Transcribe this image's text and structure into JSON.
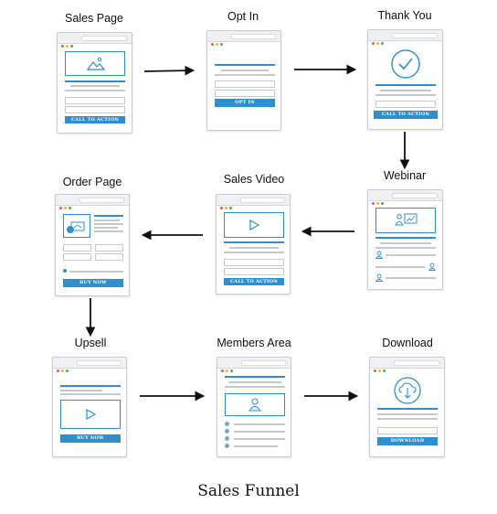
{
  "steps": {
    "sales_page": "Sales Page",
    "opt_in": "Opt In",
    "thank_you": "Thank You",
    "order_page": "Order Page",
    "sales_video": "Sales Video",
    "webinar": "Webinar",
    "upsell": "Upsell",
    "members_area": "Members Area",
    "download": "Download"
  },
  "buttons": {
    "sales_page": "CALL TO ACTION",
    "opt_in": "OPT IN",
    "thank_you": "CALL TO ACTION",
    "order_page": "BUY NOW",
    "sales_video": "CALL TO ACTION",
    "upsell": "BUY NOW",
    "download": "DOWNLOAD"
  },
  "footer": {
    "title": "Sales Funnel"
  },
  "colors": {
    "accent": "#2d8fd0",
    "arrow": "#111111",
    "frame": "#c9cdd2"
  },
  "icons": [
    "image-icon",
    "checkmark-icon",
    "play-icon",
    "presentation-icon",
    "user-icon",
    "cloud-download-icon",
    "product-card-icon"
  ]
}
